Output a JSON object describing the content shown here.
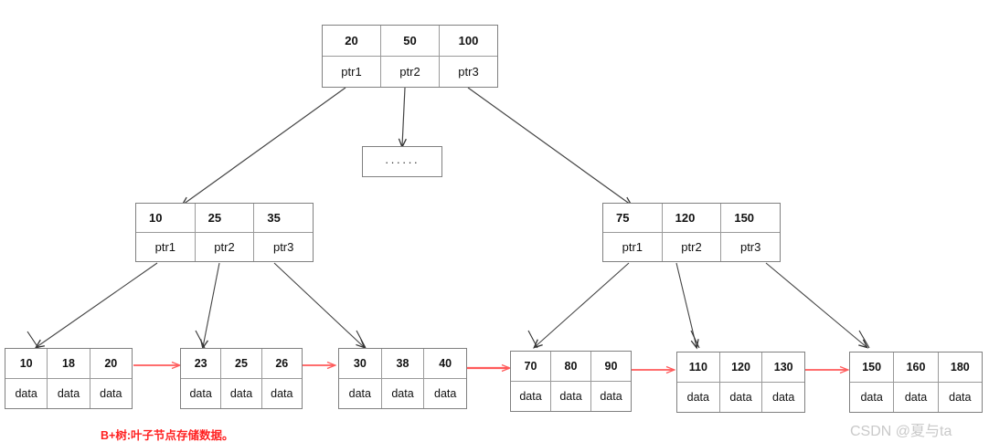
{
  "diagram": {
    "title": "B+ tree structure diagram",
    "edge_color": "#444444",
    "leaf_link_color": "#ff5a5a",
    "node_border_color": "#808080"
  },
  "root": {
    "name": "root-node",
    "keys": [
      "20",
      "50",
      "100"
    ],
    "pointers": [
      "ptr1",
      "ptr2",
      "ptr3"
    ]
  },
  "ellipsis_node": {
    "label": "······"
  },
  "internal_nodes": [
    {
      "name": "internal-node-left",
      "keys": [
        "10",
        "25",
        "35"
      ],
      "pointers": [
        "ptr1",
        "ptr2",
        "ptr3"
      ]
    },
    {
      "name": "internal-node-right",
      "keys": [
        "75",
        "120",
        "150"
      ],
      "pointers": [
        "ptr1",
        "ptr2",
        "ptr3"
      ]
    }
  ],
  "leaf_nodes": [
    {
      "name": "leaf-node-1",
      "keys": [
        "10",
        "18",
        "20"
      ],
      "data": [
        "data",
        "data",
        "data"
      ]
    },
    {
      "name": "leaf-node-2",
      "keys": [
        "23",
        "25",
        "26"
      ],
      "data": [
        "data",
        "data",
        "data"
      ]
    },
    {
      "name": "leaf-node-3",
      "keys": [
        "30",
        "38",
        "40"
      ],
      "data": [
        "data",
        "data",
        "data"
      ]
    },
    {
      "name": "leaf-node-4",
      "keys": [
        "70",
        "80",
        "90"
      ],
      "data": [
        "data",
        "data",
        "data"
      ]
    },
    {
      "name": "leaf-node-5",
      "keys": [
        "110",
        "120",
        "130"
      ],
      "data": [
        "data",
        "data",
        "data"
      ]
    },
    {
      "name": "leaf-node-6",
      "keys": [
        "150",
        "160",
        "180"
      ],
      "data": [
        "data",
        "data",
        "data"
      ]
    }
  ],
  "annotations": {
    "caption": "B+树:叶子节点存储数据。",
    "watermark": "CSDN @夏与ta"
  }
}
